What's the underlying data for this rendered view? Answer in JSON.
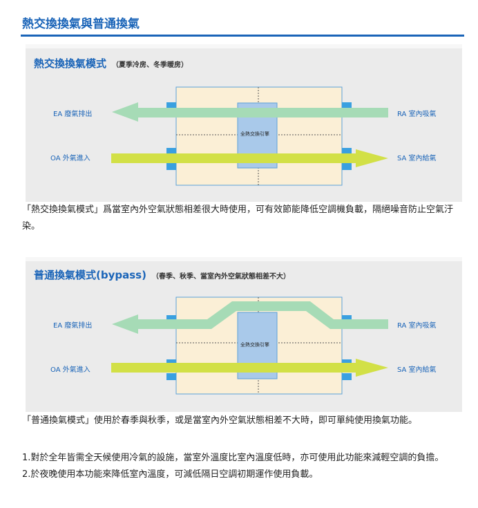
{
  "page": {
    "title": "熱交換換氣與普通換氣"
  },
  "modes": [
    {
      "title": "熱交換換氣模式",
      "subtitle": "（夏季冷房、冬季暖房）",
      "ea_label": "EA 廢氣排出",
      "oa_label": "OA 外氣進入",
      "ra_label": "RA 室內吸氣",
      "sa_label": "SA 室內給氣",
      "core_label": "全熱交換引擎",
      "description": "「熱交換換氣模式」爲當室內外空氣狀態相差很大時使用，可有效節能降低空調機負載，隔絕噪音防止空氣汙染。"
    },
    {
      "title": "普通換氣模式(bypass)",
      "subtitle": "（春季、秋季、當室內外空氣狀態相差不大）",
      "ea_label": "EA 廢氣排出",
      "oa_label": "OA 外氣進入",
      "ra_label": "RA 室內吸氣",
      "sa_label": "SA 室內給氣",
      "core_label": "全熱交換引擎",
      "description": "「普通換氣模式」使用於春季與秋季，或是當室內外空氣狀態相差不大時，即可單純使用換氣功能。"
    }
  ],
  "notes": [
    "1.對於全年皆需全天候使用冷氣的設施，當室外溫度比室內溫度低時，亦可使用此功能來減輕空調的負擔。",
    "2.於夜晚使用本功能來降低室內溫度，可減低隔日空調初期運作使用負載。"
  ],
  "colors": {
    "title_blue": "#1a64b8",
    "panel_bg": "#ebebeb",
    "unit_fill": "#fbefd6",
    "core_fill": "#a9c9ea",
    "exhaust_arrow": "#a6dbb6",
    "supply_arrow": "#d2e046"
  }
}
